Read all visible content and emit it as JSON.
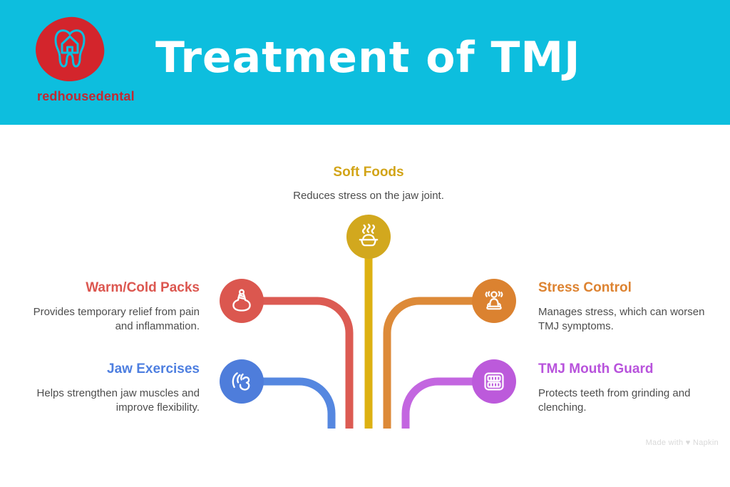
{
  "header": {
    "title": "Treatment of TMJ",
    "logo_text": "redhousedental",
    "bg_color": "#0DBEDE",
    "logo_blob_color": "#D3252C",
    "logo_text_color": "#C42730",
    "title_color": "#FFFFFF"
  },
  "treatments": [
    {
      "id": "soft-foods",
      "label": "Soft Foods",
      "description": "Reduces stress on the jaw joint.",
      "color": "#D2A81E",
      "line_color": "#DDB112",
      "icon": "steaming-dish-icon",
      "position": "top-center"
    },
    {
      "id": "warm-cold-packs",
      "label": "Warm/Cold Packs",
      "description": "Provides temporary relief from pain and inflammation.",
      "color": "#DB574F",
      "line_color": "#DC5B53",
      "icon": "ice-pack-icon",
      "position": "left-upper"
    },
    {
      "id": "jaw-exercises",
      "label": "Jaw Exercises",
      "description": "Helps strengthen jaw muscles and improve flexibility.",
      "color": "#4E7DDB",
      "line_color": "#5587E0",
      "icon": "jaw-massage-icon",
      "position": "left-lower"
    },
    {
      "id": "stress-control",
      "label": "Stress Control",
      "description": "Manages stress, which can worsen TMJ symptoms.",
      "color": "#DB8230",
      "line_color": "#DD8A38",
      "icon": "meditation-icon",
      "position": "right-upper"
    },
    {
      "id": "tmj-mouth-guard",
      "label": "TMJ Mouth Guard",
      "description": "Protects teeth from grinding and clenching.",
      "color": "#BC5ADB",
      "line_color": "#C366E0",
      "icon": "dentures-icon",
      "position": "right-lower"
    }
  ],
  "watermark": "Made with ♥ Napkin",
  "text_color": "#4D4D4D"
}
